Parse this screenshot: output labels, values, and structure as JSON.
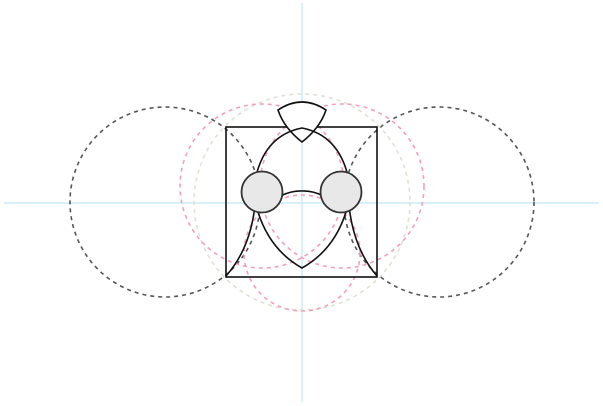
{
  "diagram": {
    "colors": {
      "background": "#ffffff",
      "axis": "#bfe8f5",
      "outer_construction": "#555555",
      "pink_construction": "#f2a0bd",
      "beige_construction": "#dfe2d2",
      "outline": "#111111",
      "node_fill": "#e8e8e8",
      "node_stroke": "#333333"
    },
    "elements": [
      "horizontal-axis",
      "vertical-axis",
      "left-construction-circle",
      "right-construction-circle",
      "pink-construction-arcs",
      "beige-construction-circle",
      "bounding-square",
      "top-crest",
      "head-outline",
      "left-eye-node",
      "right-eye-node"
    ]
  }
}
